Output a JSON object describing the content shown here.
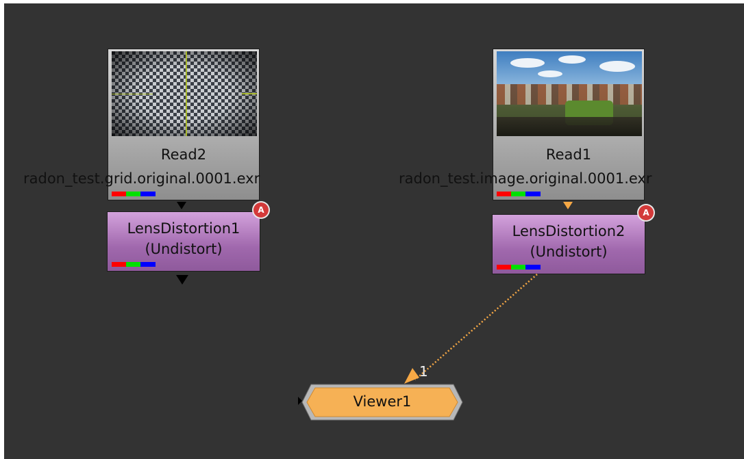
{
  "nodes": {
    "read2": {
      "name": "Read2",
      "file": "radon_test.grid.original.0001.exr"
    },
    "read1": {
      "name": "Read1",
      "file": "radon_test.image.original.0001.exr"
    },
    "lens1": {
      "name": "LensDistortion1",
      "mode": "(Undistort)",
      "badge": "A"
    },
    "lens2": {
      "name": "LensDistortion2",
      "mode": "(Undistort)",
      "badge": "A"
    },
    "viewer": {
      "name": "Viewer1",
      "input_label": "1"
    }
  },
  "colors": {
    "canvas": "#333333",
    "read_node": "#bdbdbd",
    "lens_node": "#b07cbc",
    "viewer_node": "#f6b155",
    "edge_active": "#f6a845",
    "badge": "#d33a3a"
  }
}
